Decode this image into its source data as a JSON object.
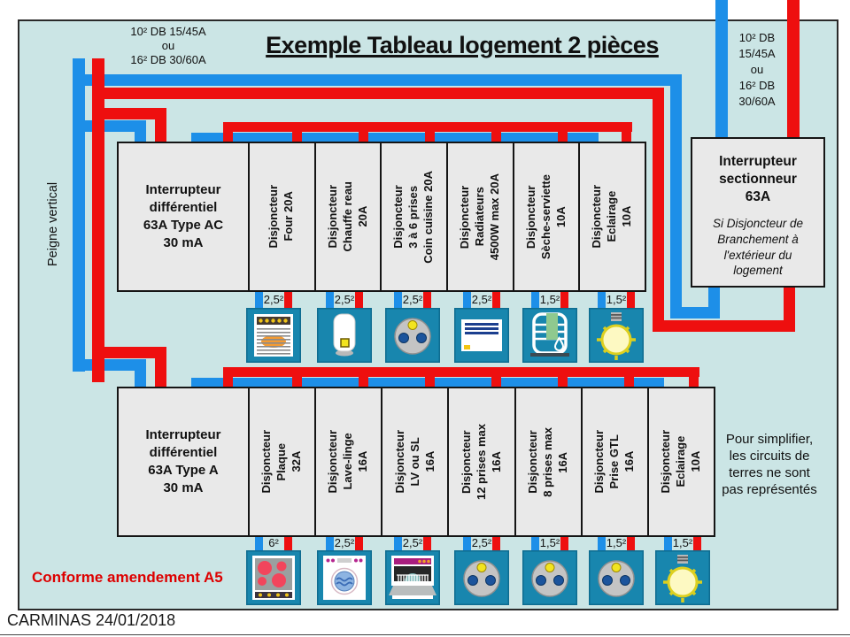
{
  "header": {
    "title": "Exemple Tableau logement 2 pièces",
    "db_left": "10² DB 15/45A\nou\n16² DB 30/60A",
    "db_right": "10² DB\n15/45A\nou\n16² DB\n30/60A"
  },
  "left": {
    "peigne": "Peigne vertical"
  },
  "sectionneur": {
    "title": "Interrupteur\nsectionneur\n63A",
    "note": "Si Disjoncteur de\nBranchement à\nl'extérieur du\nlogement"
  },
  "row1": {
    "differential": "Interrupteur\ndifférentiel\n63A Type AC\n30 mA",
    "breakers": [
      {
        "label": "Disjoncteur\nFour 20A"
      },
      {
        "label": "Disjoncteur\nChauffe reau\n20A"
      },
      {
        "label": "Disjoncteur\n3 à 6 prises\nCoin cuisine 20A"
      },
      {
        "label": "Disjoncteur\nRadiateurs\n4500W max 20A"
      },
      {
        "label": "Disjoncteur\nSèche-serviette\n10A"
      },
      {
        "label": "Disjoncteur\nEclairage\n10A"
      }
    ],
    "circuits": [
      {
        "size": "2,5²",
        "icon": "oven"
      },
      {
        "size": "2,5²",
        "icon": "water-heater"
      },
      {
        "size": "2,5²",
        "icon": "socket"
      },
      {
        "size": "2,5²",
        "icon": "radiator"
      },
      {
        "size": "1,5²",
        "icon": "towel-dryer"
      },
      {
        "size": "1,5²",
        "icon": "light-bulb"
      }
    ]
  },
  "row2": {
    "differential": "Interrupteur\ndifférentiel\n63A Type A\n30 mA",
    "breakers": [
      {
        "label": "Disjoncteur\nPlaque\n32A"
      },
      {
        "label": "Disjoncteur\nLave-linge\n16A"
      },
      {
        "label": "Disjoncteur\nLV ou SL\n16A"
      },
      {
        "label": "Disjoncteur\n12 prises max\n16A"
      },
      {
        "label": "Disjoncteur\n8 prises max\n16A"
      },
      {
        "label": "Disjoncteur\nPrise GTL\n16A"
      },
      {
        "label": "Disjoncteur\nEclairage\n10A"
      }
    ],
    "circuits": [
      {
        "size": "6²",
        "icon": "cooktop"
      },
      {
        "size": "2,5²",
        "icon": "washing-machine"
      },
      {
        "size": "2,5²",
        "icon": "dishwasher"
      },
      {
        "size": "2,5²",
        "icon": "socket"
      },
      {
        "size": "1,5²",
        "icon": "socket"
      },
      {
        "size": "1,5²",
        "icon": "socket"
      },
      {
        "size": "1,5²",
        "icon": "light-bulb"
      }
    ]
  },
  "notes": {
    "simplify": "Pour simplifier,\nles circuits de\nterres ne sont\npas représentés",
    "conformity": "Conforme amendement A5"
  },
  "footer": {
    "credit": "CARMINAS 24/01/2018"
  },
  "colors": {
    "wire_blue": "#1d8fe8",
    "wire_red": "#ee0f0f",
    "background": "#cbe5e5",
    "icon_teal": "#1886ae",
    "panel_fill": "#e9e9e9"
  }
}
